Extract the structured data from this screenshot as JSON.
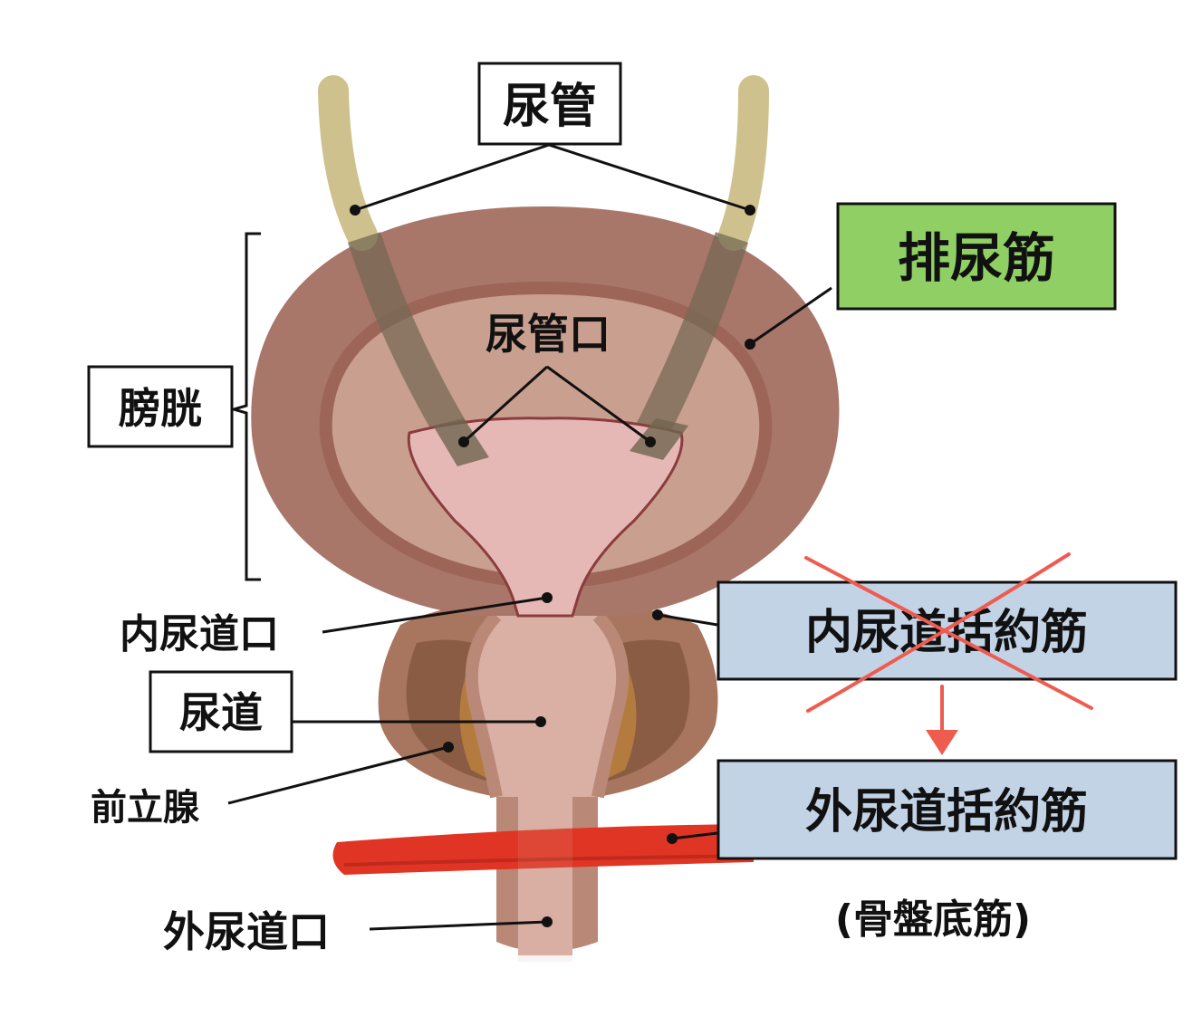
{
  "labels": {
    "ureter": "尿管",
    "ureteral_orifice": "尿管口",
    "detrusor_muscle": "排尿筋",
    "bladder": "膀胱",
    "internal_urethral_orifice": "内尿道口",
    "internal_urethral_sphincter": "内尿道括約筋",
    "urethra": "尿道",
    "prostate": "前立腺",
    "external_urethral_sphincter": "外尿道括約筋",
    "pelvic_floor_muscle": "(骨盤底筋)",
    "external_urethral_orifice": "外尿道口"
  },
  "colors": {
    "bladder_outer": "#a9766a",
    "bladder_inner": "#c99f8f",
    "lumen": "#e5b8b6",
    "ureter": "#cfc18e",
    "prostate": "#8c5c46",
    "sphincter_red": "#e03524",
    "green_box": "#8fcf63",
    "blue_box": "#c3d3e6",
    "cross_red": "#ee5c50"
  }
}
